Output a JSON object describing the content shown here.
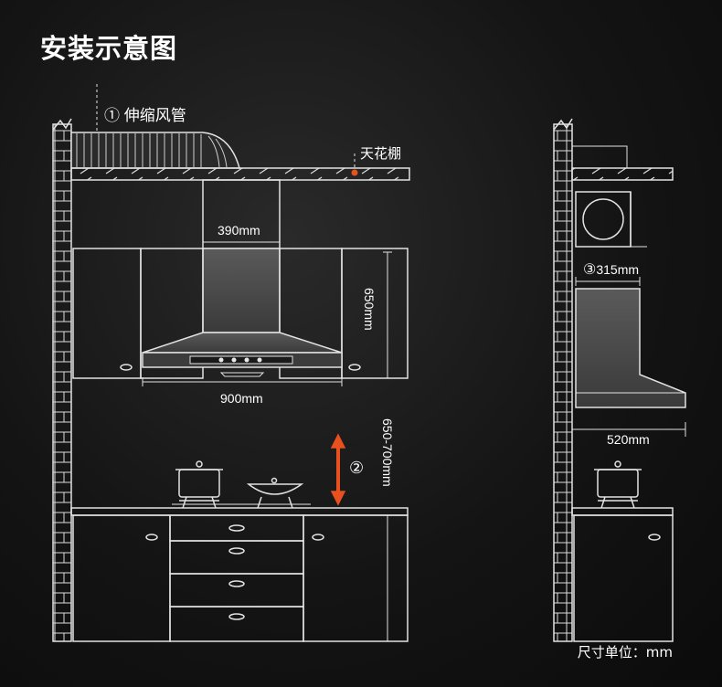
{
  "title": "安装示意图",
  "labels": {
    "duct_marker": "①",
    "duct": "伸缩风管",
    "ceiling": "天花棚",
    "chimney_width": "390mm",
    "cabinet_height": "650mm",
    "hood_width": "900mm",
    "distance_marker": "②",
    "distance": "650-700mm",
    "side_marker": "③",
    "side_width": "315mm",
    "side_depth": "520mm",
    "unit": "尺寸单位：mm"
  },
  "colors": {
    "line": "#e6e6e6",
    "arrow": "#e8501d",
    "hood_fill": "#4a4a4a",
    "background": "#151515"
  }
}
